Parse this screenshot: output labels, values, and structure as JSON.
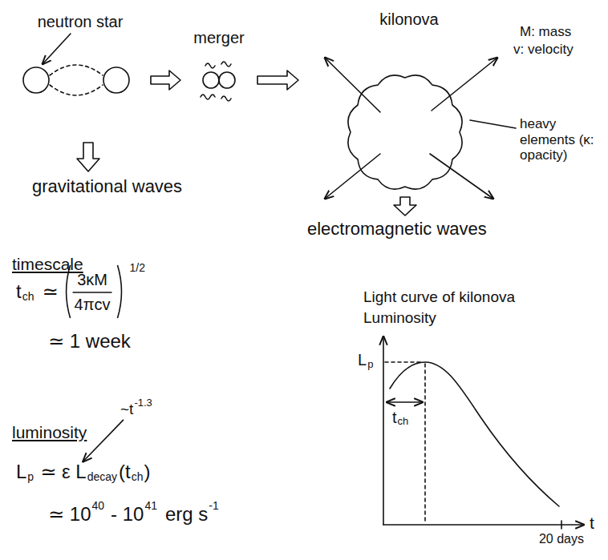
{
  "diagram": {
    "nodes": [
      {
        "text": [
          "neutron star"
        ]
      },
      {
        "text": [
          "merger"
        ]
      },
      {
        "text": [
          "kilonova"
        ]
      }
    ],
    "edges": [
      {
        "from": 0,
        "to": 1,
        "arrow": "to"
      },
      {
        "from": 1,
        "to": 2,
        "arrow": "to"
      }
    ],
    "labels": [
      "M: mass",
      "v: velocity",
      "heavy elements (κ: opacity)",
      "gravitational waves",
      "electromagnetic waves",
      "timescale",
      "t",
      "ch",
      "≃",
      "3κM",
      "4πcv",
      "1/2",
      "≃ 1 week",
      "luminosity",
      "~t",
      "-1.3",
      "L",
      "p",
      "≃ ε L",
      "decay",
      "(t",
      "ch",
      ")",
      "≃ 10",
      "40",
      "- 10",
      "41",
      "erg s",
      "-1",
      "Light curve of kilonova",
      "Luminosity",
      "L",
      "p",
      "t",
      "ch",
      "20 days",
      "t"
    ]
  }
}
